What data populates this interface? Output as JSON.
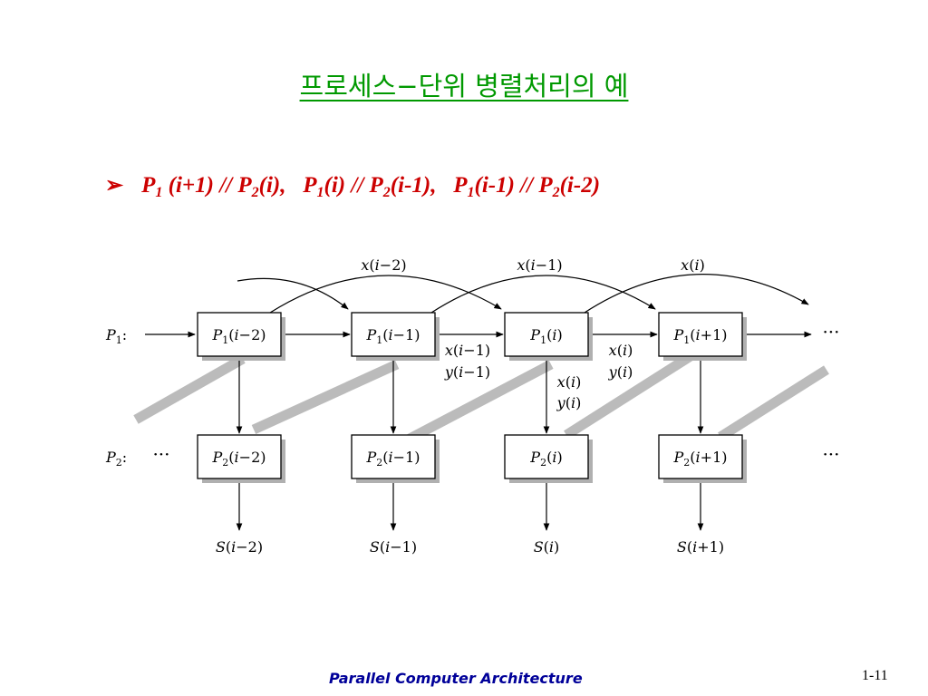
{
  "slide": {
    "title": "프로세스−단위 병렬처리의 예",
    "bullet": {
      "symbol": "➢",
      "segments": [
        {
          "text": "P",
          "sub": "1"
        },
        {
          "text": " (i+1) // P",
          "sub": "2"
        },
        {
          "text": "(i),   P",
          "sub": "1"
        },
        {
          "text": "(i) // P",
          "sub": "2"
        },
        {
          "text": "(i-1),   P",
          "sub": "1"
        },
        {
          "text": "(i-1) // P",
          "sub": "2"
        },
        {
          "text": "(i-2)",
          "sub": ""
        }
      ]
    },
    "footer": "Parallel Computer Architecture",
    "page_number": "1-11"
  },
  "diagram": {
    "row_labels": [
      {
        "p": "P",
        "sub": "1",
        "suffix": ":"
      },
      {
        "p": "P",
        "sub": "2",
        "suffix": ":"
      }
    ],
    "ellipsis": "···",
    "p1_boxes": [
      {
        "sub": "1",
        "arg": "(i−2)"
      },
      {
        "sub": "1",
        "arg": "(i−1)"
      },
      {
        "sub": "1",
        "arg": "(i)"
      },
      {
        "sub": "1",
        "arg": "(i+1)"
      }
    ],
    "p2_boxes": [
      {
        "sub": "2",
        "arg": "(i−2)"
      },
      {
        "sub": "2",
        "arg": "(i−1)"
      },
      {
        "sub": "2",
        "arg": "(i)"
      },
      {
        "sub": "2",
        "arg": "(i+1)"
      }
    ],
    "arc_labels": [
      "x(i−2)",
      "x(i−1)",
      "x(i)"
    ],
    "edge_labels": [
      [
        "x(i−1)",
        "y(i−1)"
      ],
      [
        "x(i)",
        "y(i)"
      ],
      [
        "x(i)",
        "y(i)"
      ]
    ],
    "outputs": [
      "S(i−2)",
      "S(i−1)",
      "S(i)",
      "S(i+1)"
    ],
    "colors": {
      "title": "#009900",
      "bullet": "#cc0000",
      "footer": "#000099",
      "stripe": "#bbbbbb"
    }
  }
}
